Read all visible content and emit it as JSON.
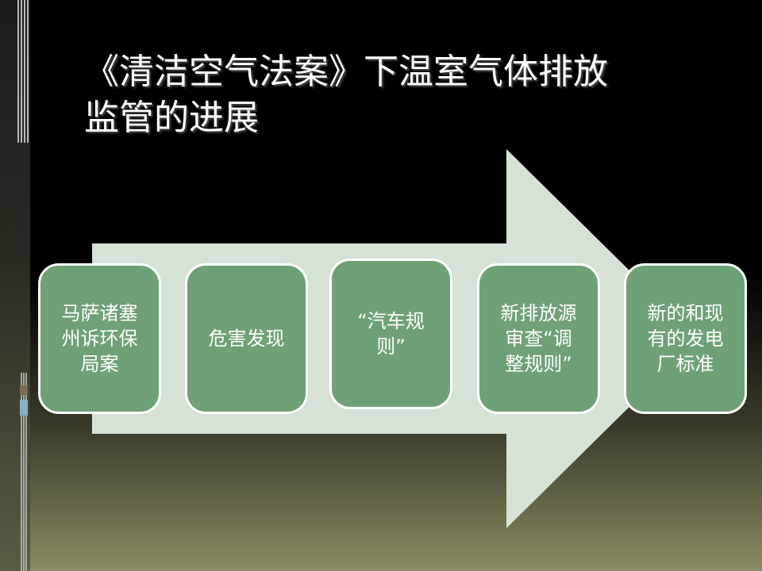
{
  "slide": {
    "title_line1": "《清洁空气法案》下温室气体排放",
    "title_line2": "监管的进展"
  },
  "process_steps": [
    {
      "label": "马萨诸塞州诉环保局案"
    },
    {
      "label": "危害发现"
    },
    {
      "label": "“汽车规则”"
    },
    {
      "label": "新排放源审查“调整规则”"
    },
    {
      "label": "新的和现有的发电厂标准"
    }
  ],
  "colors": {
    "arrow": "#d6e2d6",
    "step_fill": "#6fa176",
    "step_border": "#ffffff",
    "title_text": "#ffffff"
  }
}
